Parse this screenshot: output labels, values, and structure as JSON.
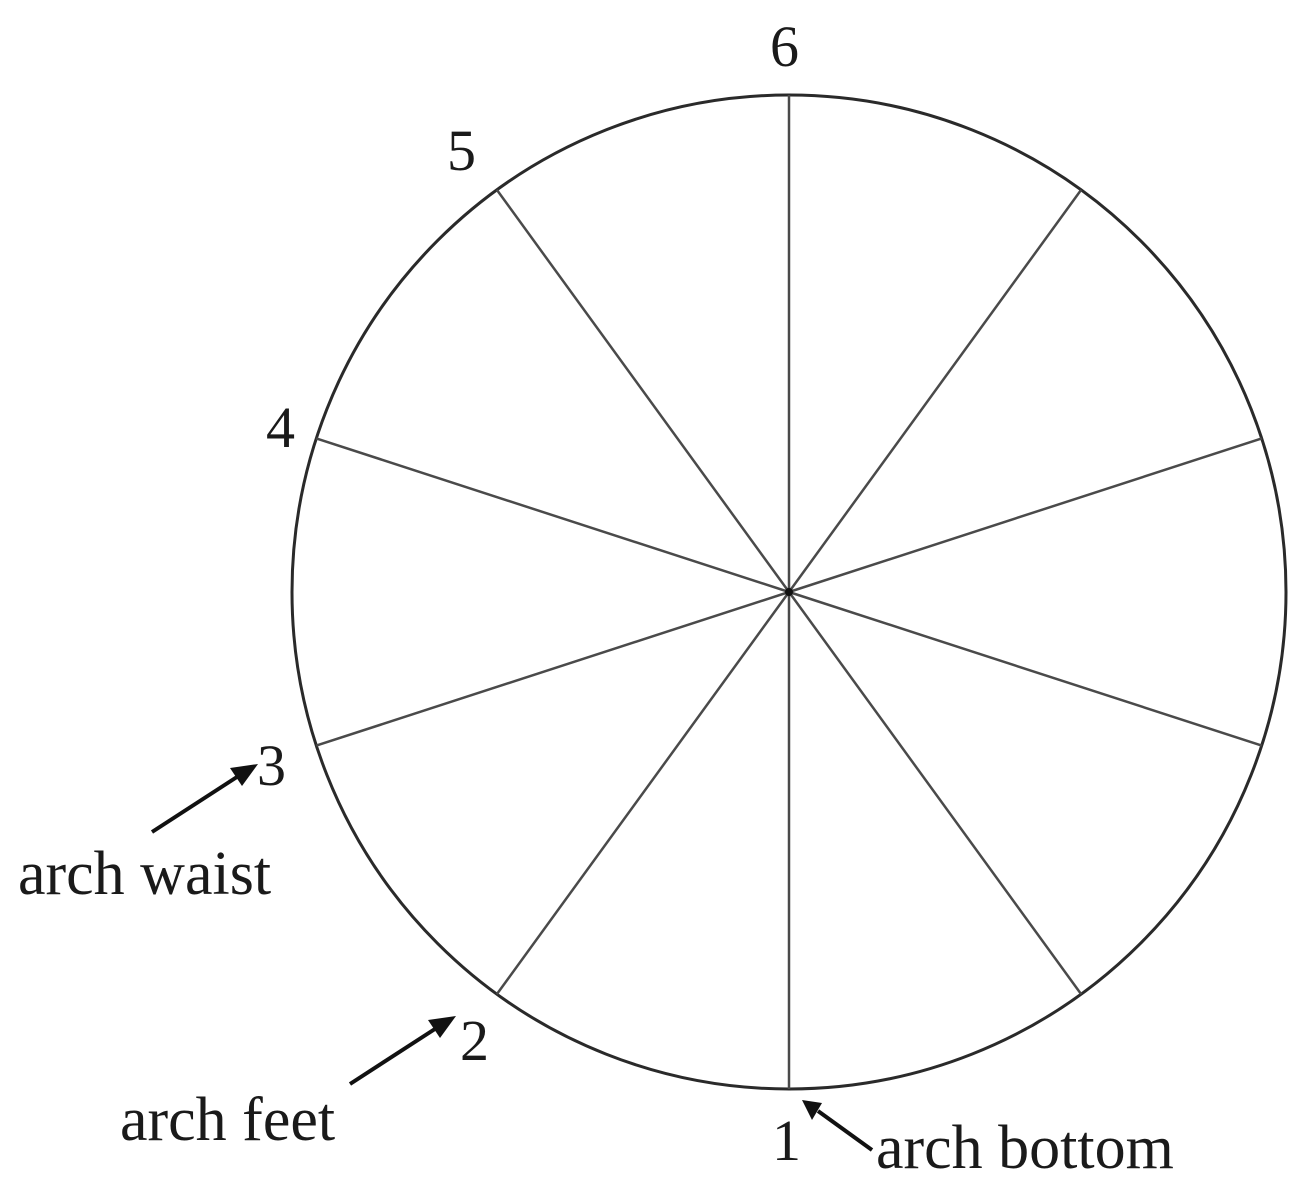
{
  "diagram": {
    "points": [
      {
        "id": "1",
        "label": "1"
      },
      {
        "id": "2",
        "label": "2"
      },
      {
        "id": "3",
        "label": "3"
      },
      {
        "id": "4",
        "label": "4"
      },
      {
        "id": "5",
        "label": "5"
      },
      {
        "id": "6",
        "label": "6"
      }
    ],
    "annotations": {
      "arch_bottom": "arch bottom",
      "arch_feet": "arch feet",
      "arch_waist": "arch waist"
    },
    "spoke_count": 10
  }
}
